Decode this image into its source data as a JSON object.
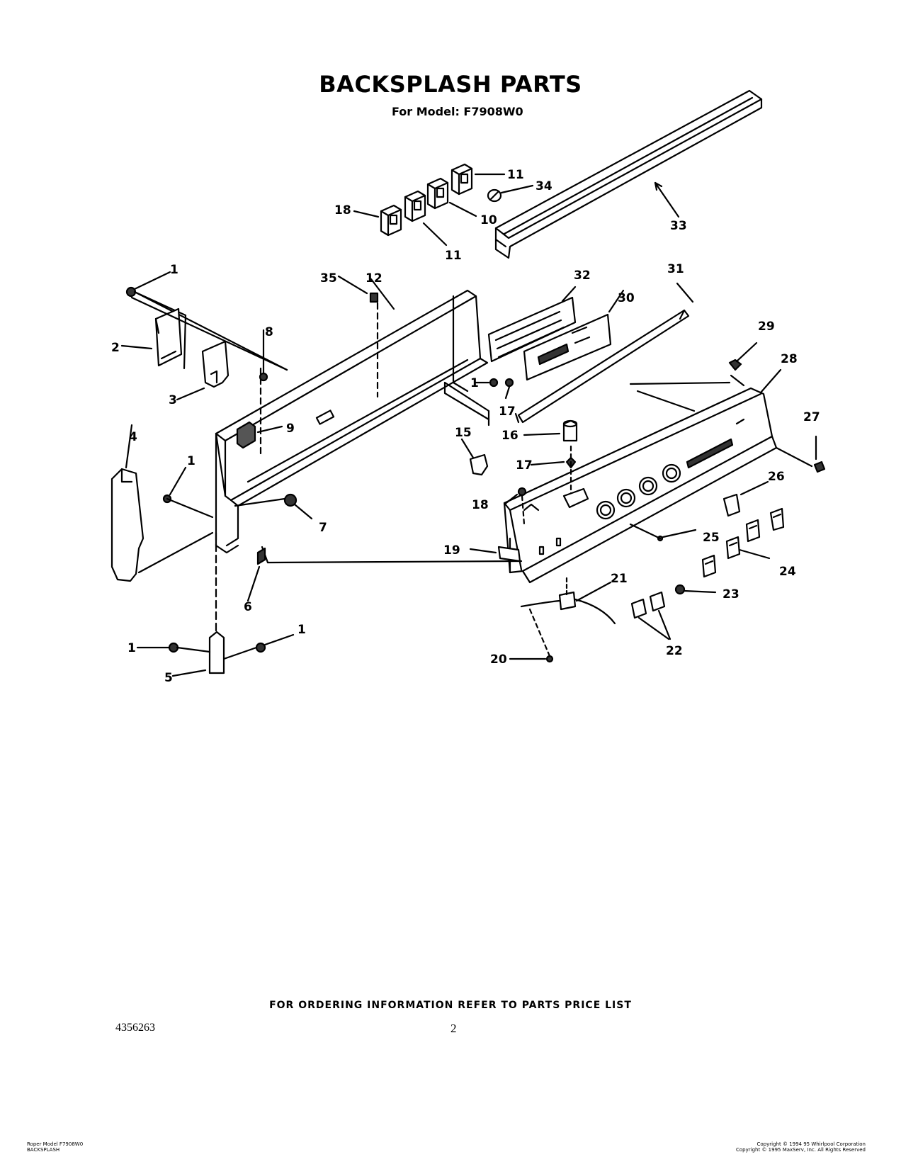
{
  "header": {
    "title": "BACKSPLASH PARTS",
    "model_prefix": "For Model:",
    "model": "F7908W0"
  },
  "labels": [
    "11",
    "34",
    "18",
    "10",
    "11",
    "33",
    "1",
    "35",
    "12",
    "32",
    "31",
    "30",
    "2",
    "8",
    "29",
    "28",
    "3",
    "1",
    "17",
    "9",
    "27",
    "4",
    "1",
    "15",
    "16",
    "17",
    "7",
    "26",
    "18",
    "25",
    "6",
    "19",
    "24",
    "21",
    "23",
    "1",
    "1",
    "22",
    "20",
    "5"
  ],
  "footer": {
    "ordering_info": "FOR ORDERING INFORMATION REFER TO PARTS PRICE LIST",
    "document_number": "4356263",
    "page_number": "2",
    "left_lines": [
      "Roper Model F7908W0",
      "BACKSPLASH"
    ],
    "right_lines": [
      "Copyright © 1994 95 Whirlpool Corporation",
      "Copyright © 1995 MaxServ, Inc.  All Rights Reserved"
    ]
  }
}
